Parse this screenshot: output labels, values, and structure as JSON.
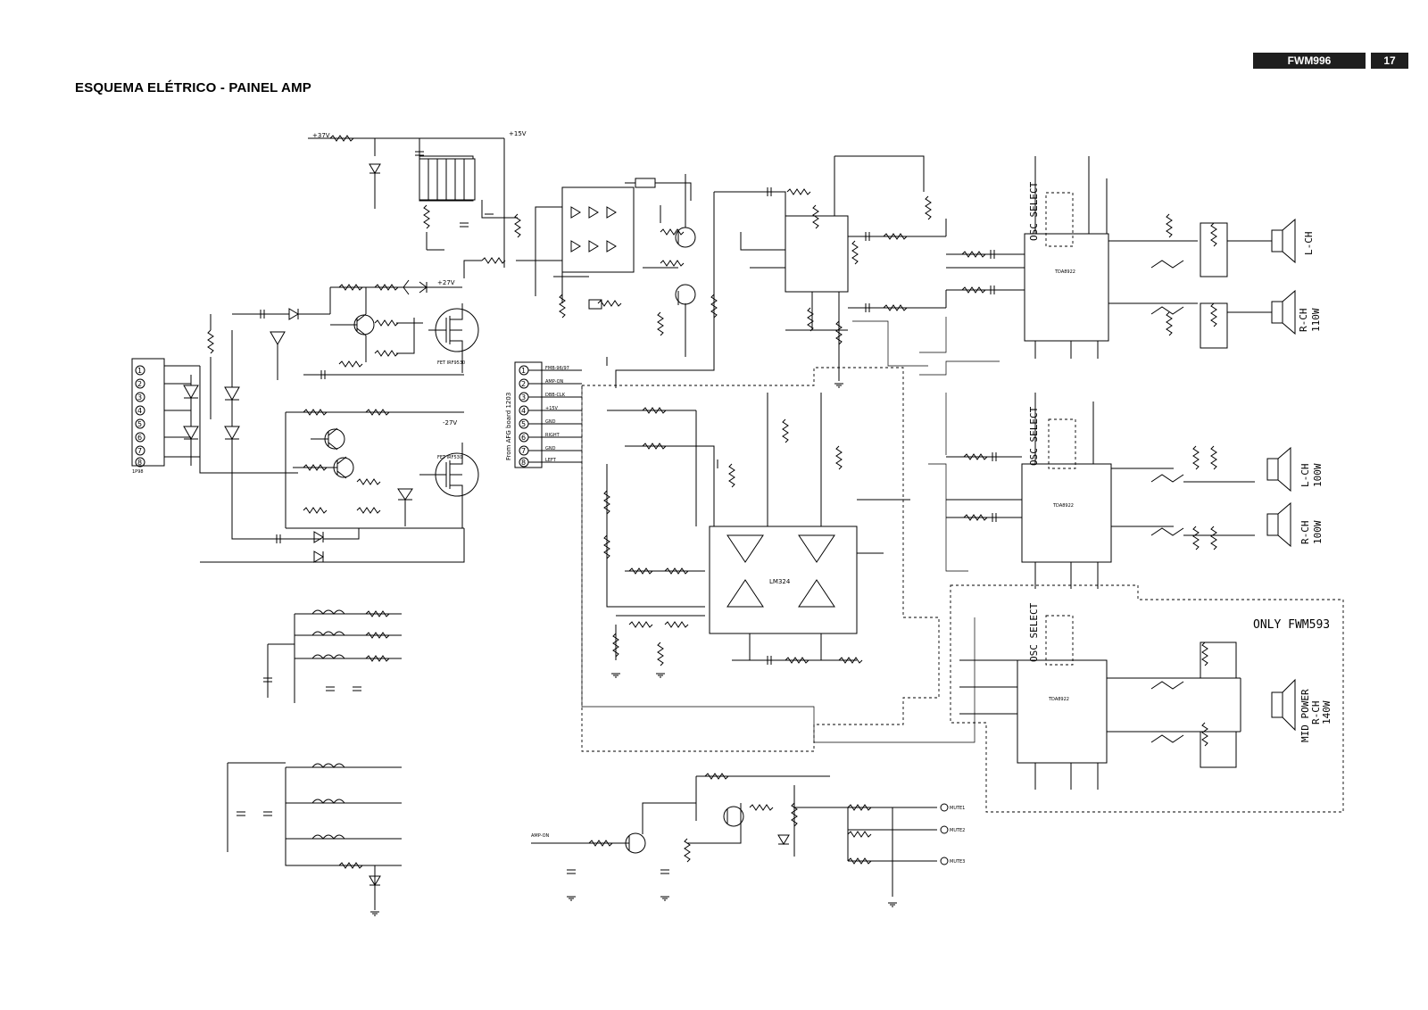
{
  "header": {
    "model": "FWM996",
    "page": "17"
  },
  "title": "ESQUEMA ELÉTRICO - PAINEL AMP",
  "supply": {
    "p27": "+27V",
    "m27": "-27V",
    "p37": "+37V",
    "p15": "+15V"
  },
  "connector_main": {
    "ref": "1P98",
    "pins": [
      "1",
      "2",
      "3",
      "4",
      "5",
      "6",
      "7",
      "8"
    ]
  },
  "connector_afg": {
    "caption": "From AFG board 1203",
    "pins": [
      "1",
      "2",
      "3",
      "4",
      "5",
      "6",
      "7",
      "8"
    ],
    "signals": [
      "FMB-96/97",
      "AMP-ON",
      "DBB-CLK",
      "+15V",
      "GND",
      "RIGHT",
      "GND",
      "LEFT"
    ]
  },
  "ics": {
    "opamp": "LM324",
    "amps": [
      "TDA8922",
      "TDA8922",
      "TDA8922"
    ],
    "osc_select": "OSC SELECT"
  },
  "transistors": {
    "fet_pos": "FET IRF9530",
    "fet_neg": "FET IRF530"
  },
  "speakers": {
    "top": [
      {
        "label": "L-CH",
        "power": ""
      },
      {
        "label": "R-CH",
        "power": "110W"
      }
    ],
    "mid": [
      {
        "label": "L-CH",
        "power": "100W"
      },
      {
        "label": "R-CH",
        "power": "100W"
      }
    ],
    "bot": {
      "label": "MID POWER",
      "sub": "R-CH",
      "power": "140W"
    }
  },
  "only_label": "ONLY FWM593",
  "amp_on_label": "AMP-ON",
  "outputs": [
    "MUTE1",
    "MUTE2",
    "MUTE3"
  ]
}
